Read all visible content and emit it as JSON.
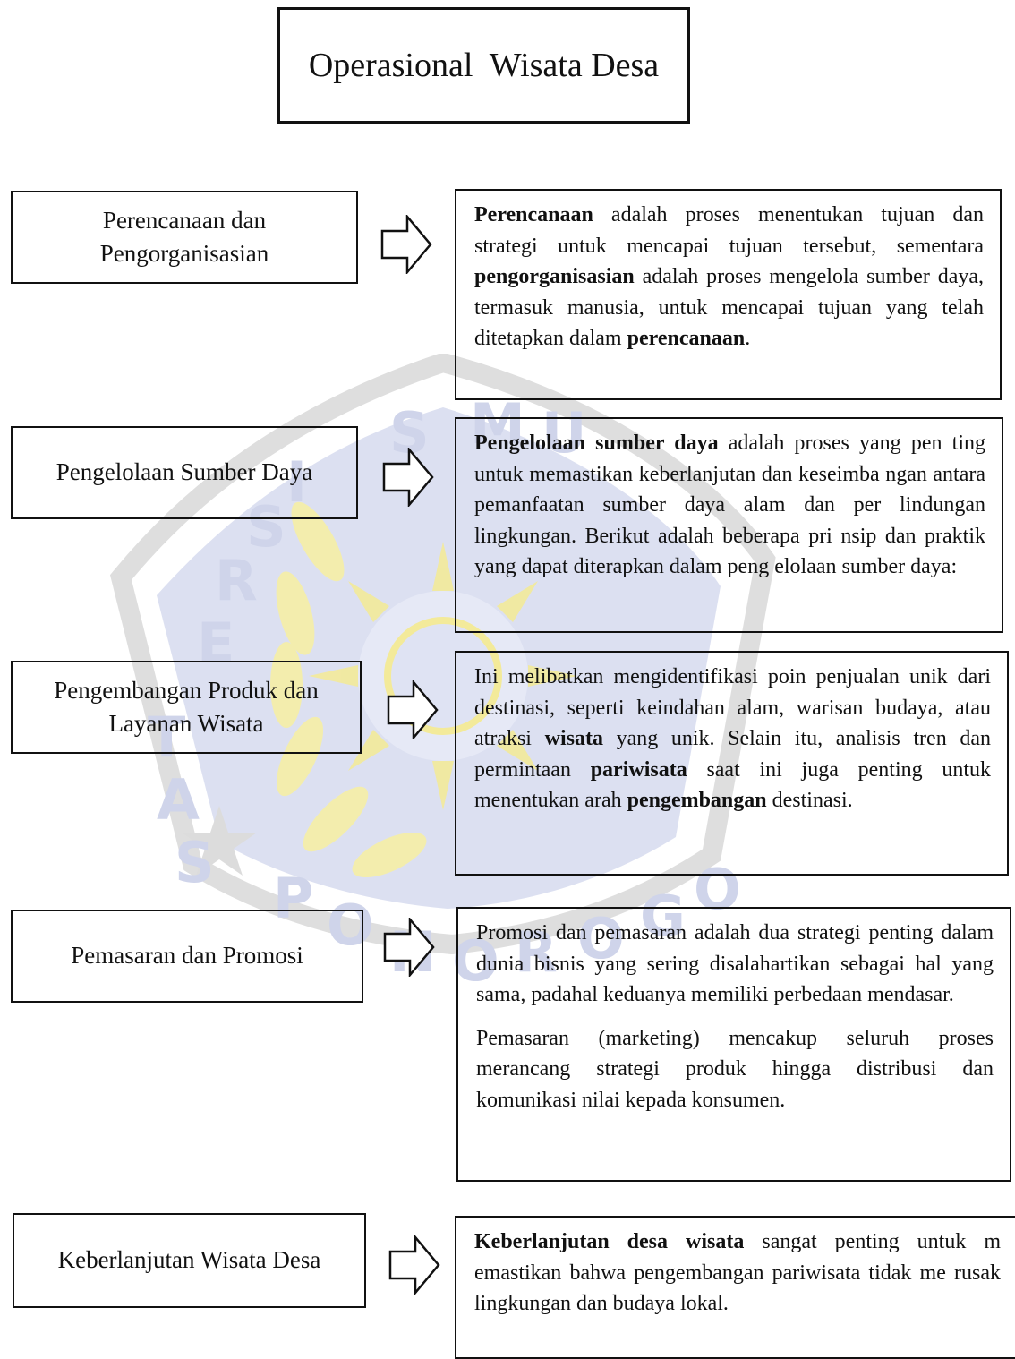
{
  "title": "Operasional  Wisata Desa",
  "watermark": {
    "letters_top": [
      "S",
      "M",
      "U"
    ],
    "letters_left": [
      "E",
      "R",
      "S",
      "I",
      "T",
      "A",
      "S"
    ],
    "letters_bottom": [
      "P",
      "O",
      "N",
      "O",
      "R",
      "O",
      "G",
      "O"
    ],
    "colors": {
      "blue": "#c7cde8",
      "yellow": "#f6efa6",
      "gray": "#dcdcdc"
    }
  },
  "rows": [
    {
      "label": "Perencanaan dan Pengorganisasian",
      "paragraphs": [
        [
          {
            "t": "Perencanaan",
            "b": true
          },
          {
            "t": " adalah proses menentukan tujuan dan strategi untuk mencapai tujuan tersebut, sementara "
          },
          {
            "t": "pengorganisasian",
            "b": true
          },
          {
            "t": " adalah proses mengelola sumber daya, termasuk manusia, untuk mencapai tujuan yang telah ditetapkan dalam "
          },
          {
            "t": "perencanaan",
            "b": true
          },
          {
            "t": "."
          }
        ]
      ]
    },
    {
      "label": "Pengelolaan Sumber Daya",
      "paragraphs": [
        [
          {
            "t": "Pengelolaan sumber daya",
            "b": true
          },
          {
            "t": " adalah proses yang pen ting untuk memastikan keberlanjutan dan keseimba ngan antara pemanfaatan sumber daya alam dan per lindungan lingkungan. Berikut adalah beberapa pri nsip dan praktik yang dapat diterapkan dalam peng elolaan sumber daya:"
          }
        ]
      ]
    },
    {
      "label": "Pengembangan Produk dan Layanan Wisata",
      "paragraphs": [
        [
          {
            "t": "Ini melibatkan mengidentifikasi poin penjualan unik dari destinasi, seperti keindahan alam, warisan budaya, atau atraksi "
          },
          {
            "t": "wisata",
            "b": true
          },
          {
            "t": " yang unik. Selain itu, analisis tren dan permintaan "
          },
          {
            "t": "pariwisata",
            "b": true
          },
          {
            "t": " saat ini juga penting untuk menentukan arah "
          },
          {
            "t": "pengembangan",
            "b": true
          },
          {
            "t": " destinasi."
          }
        ]
      ]
    },
    {
      "label": "Pemasaran dan Promosi",
      "paragraphs": [
        [
          {
            "t": "Promosi dan pemasaran adalah dua strategi penting dalam dunia bisnis yang sering disalahartikan sebagai hal yang sama, padahal keduanya memiliki perbedaan mendasar."
          }
        ],
        [
          {
            "t": "Pemasaran (marketing) mencakup seluruh proses merancang strategi produk hingga distribusi dan komunikasi nilai kepada konsumen."
          }
        ]
      ]
    },
    {
      "label": "Keberlanjutan Wisata Desa",
      "paragraphs": [
        [
          {
            "t": "Keberlanjutan desa wisata",
            "b": true
          },
          {
            "t": " sangat penting untuk m emastikan bahwa pengembangan pariwisata tidak me rusak lingkungan dan budaya lokal."
          }
        ]
      ]
    }
  ]
}
